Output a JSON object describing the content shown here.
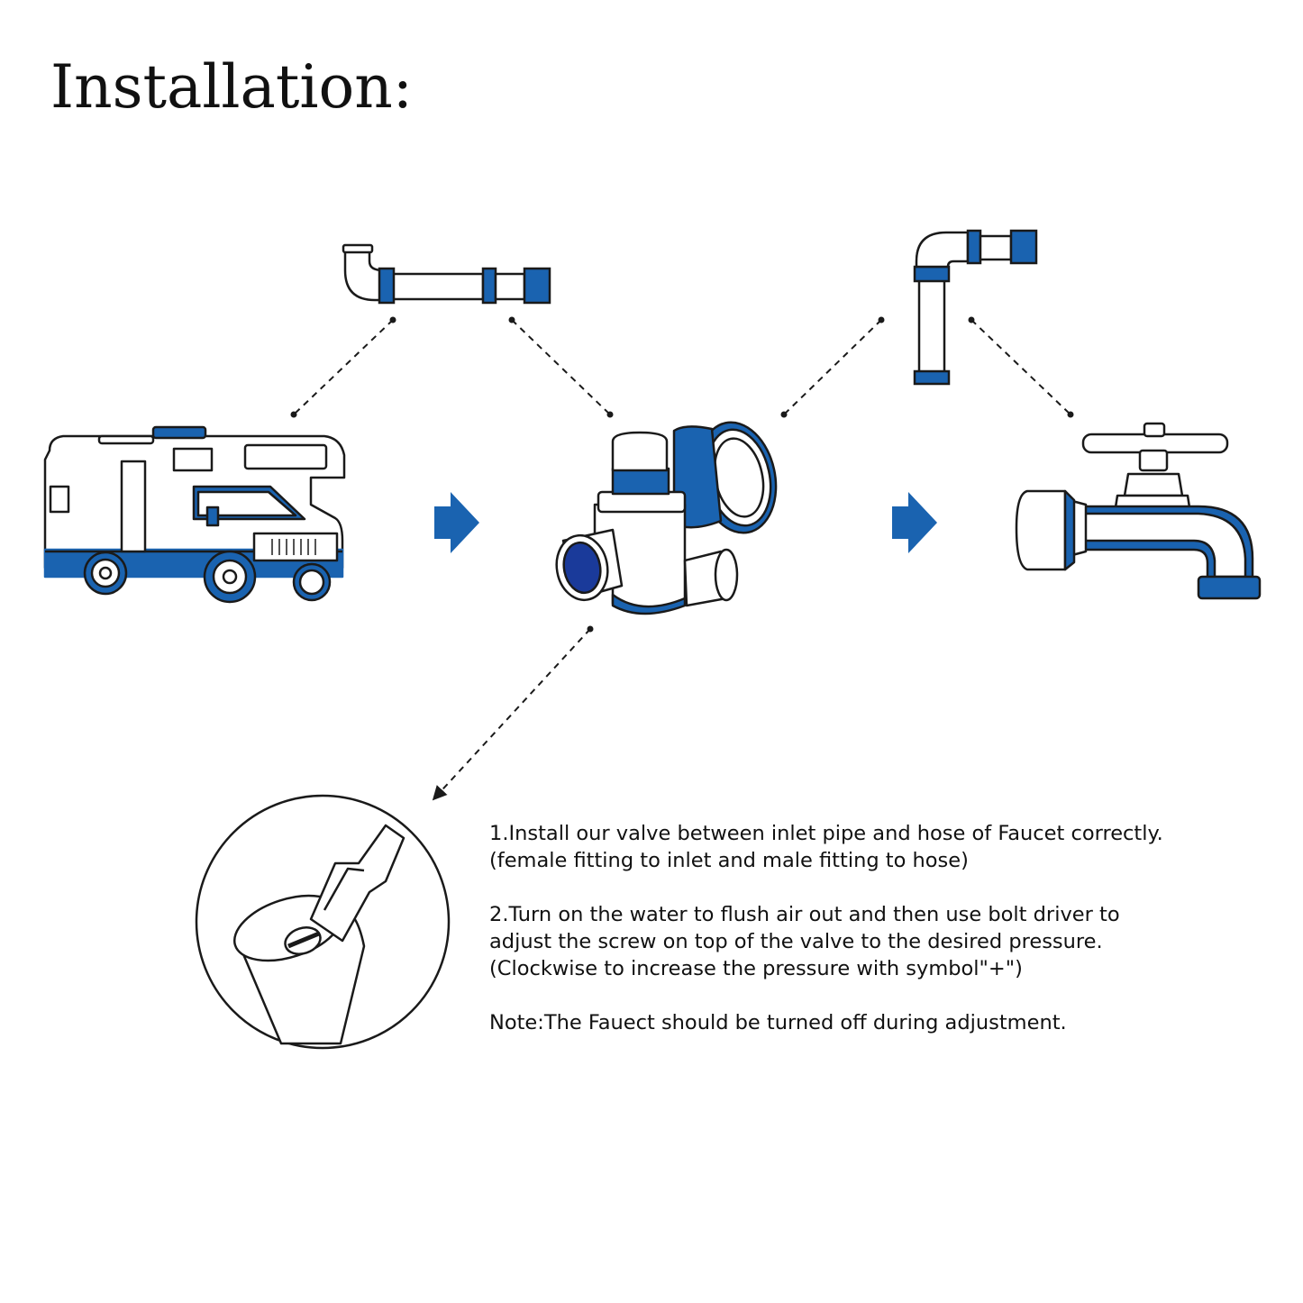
{
  "title": "Installation:",
  "colors": {
    "accent": "#1a63b0",
    "line": "#1a1a1a",
    "background": "#ffffff"
  },
  "steps": [
    {
      "lines": [
        "1.Install our valve between inlet pipe and hose of Faucet correctly.",
        "(female fitting to inlet and male fitting to hose)"
      ]
    },
    {
      "lines": [
        "2.Turn on the water to flush air out and then use bolt driver to",
        "adjust the screw on top of the valve to the desired pressure.",
        "(Clockwise to increase the pressure with symbol\"+\")"
      ]
    }
  ],
  "note": "Note:The Fauect should be turned off during adjustment.",
  "icons": [
    "rv-icon",
    "inlet-hose-icon",
    "pressure-regulator-valve-icon",
    "faucet-hose-icon",
    "faucet-icon",
    "screwdriver-adjust-icon",
    "arrow-right-icon"
  ]
}
